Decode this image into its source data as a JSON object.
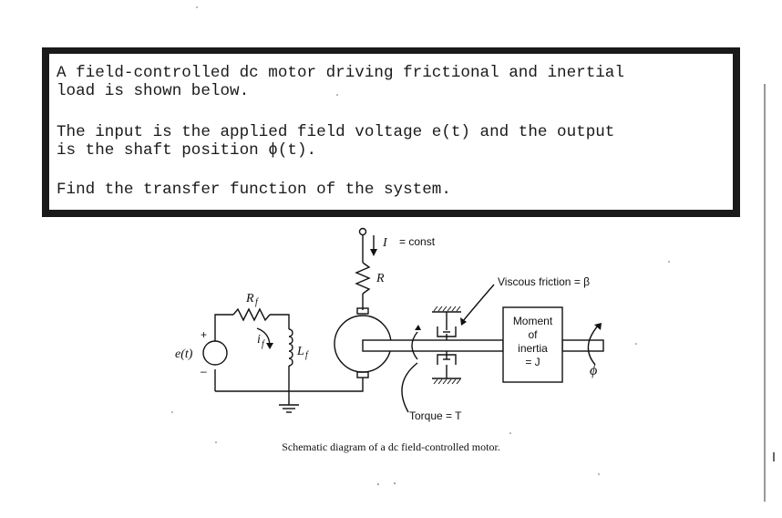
{
  "problem": {
    "paragraph1": "A field-controlled dc motor driving frictional and inertial\nload is shown below.",
    "paragraph2": "The input is the applied field voltage e(t) and the output\nis the shaft position ϕ(t).",
    "paragraph3": "Find the transfer function of the system."
  },
  "diagram": {
    "labels": {
      "current": "I",
      "const": "= const",
      "resistor": "R",
      "field_resistor": "R",
      "field_resistor_sub": "f",
      "field_current": "i",
      "field_current_sub": "f",
      "field_inductor": "L",
      "field_inductor_sub": "f",
      "voltage_source": "e(t)",
      "plus": "+",
      "minus": "–",
      "viscous": "Viscous friction = β",
      "moment_line1": "Moment",
      "moment_line2": "of",
      "moment_line3": "inertia",
      "moment_line4": "= J",
      "torque": "Torque = T",
      "phi": "ϕ"
    },
    "caption": "Schematic diagram of a dc field-controlled motor."
  }
}
